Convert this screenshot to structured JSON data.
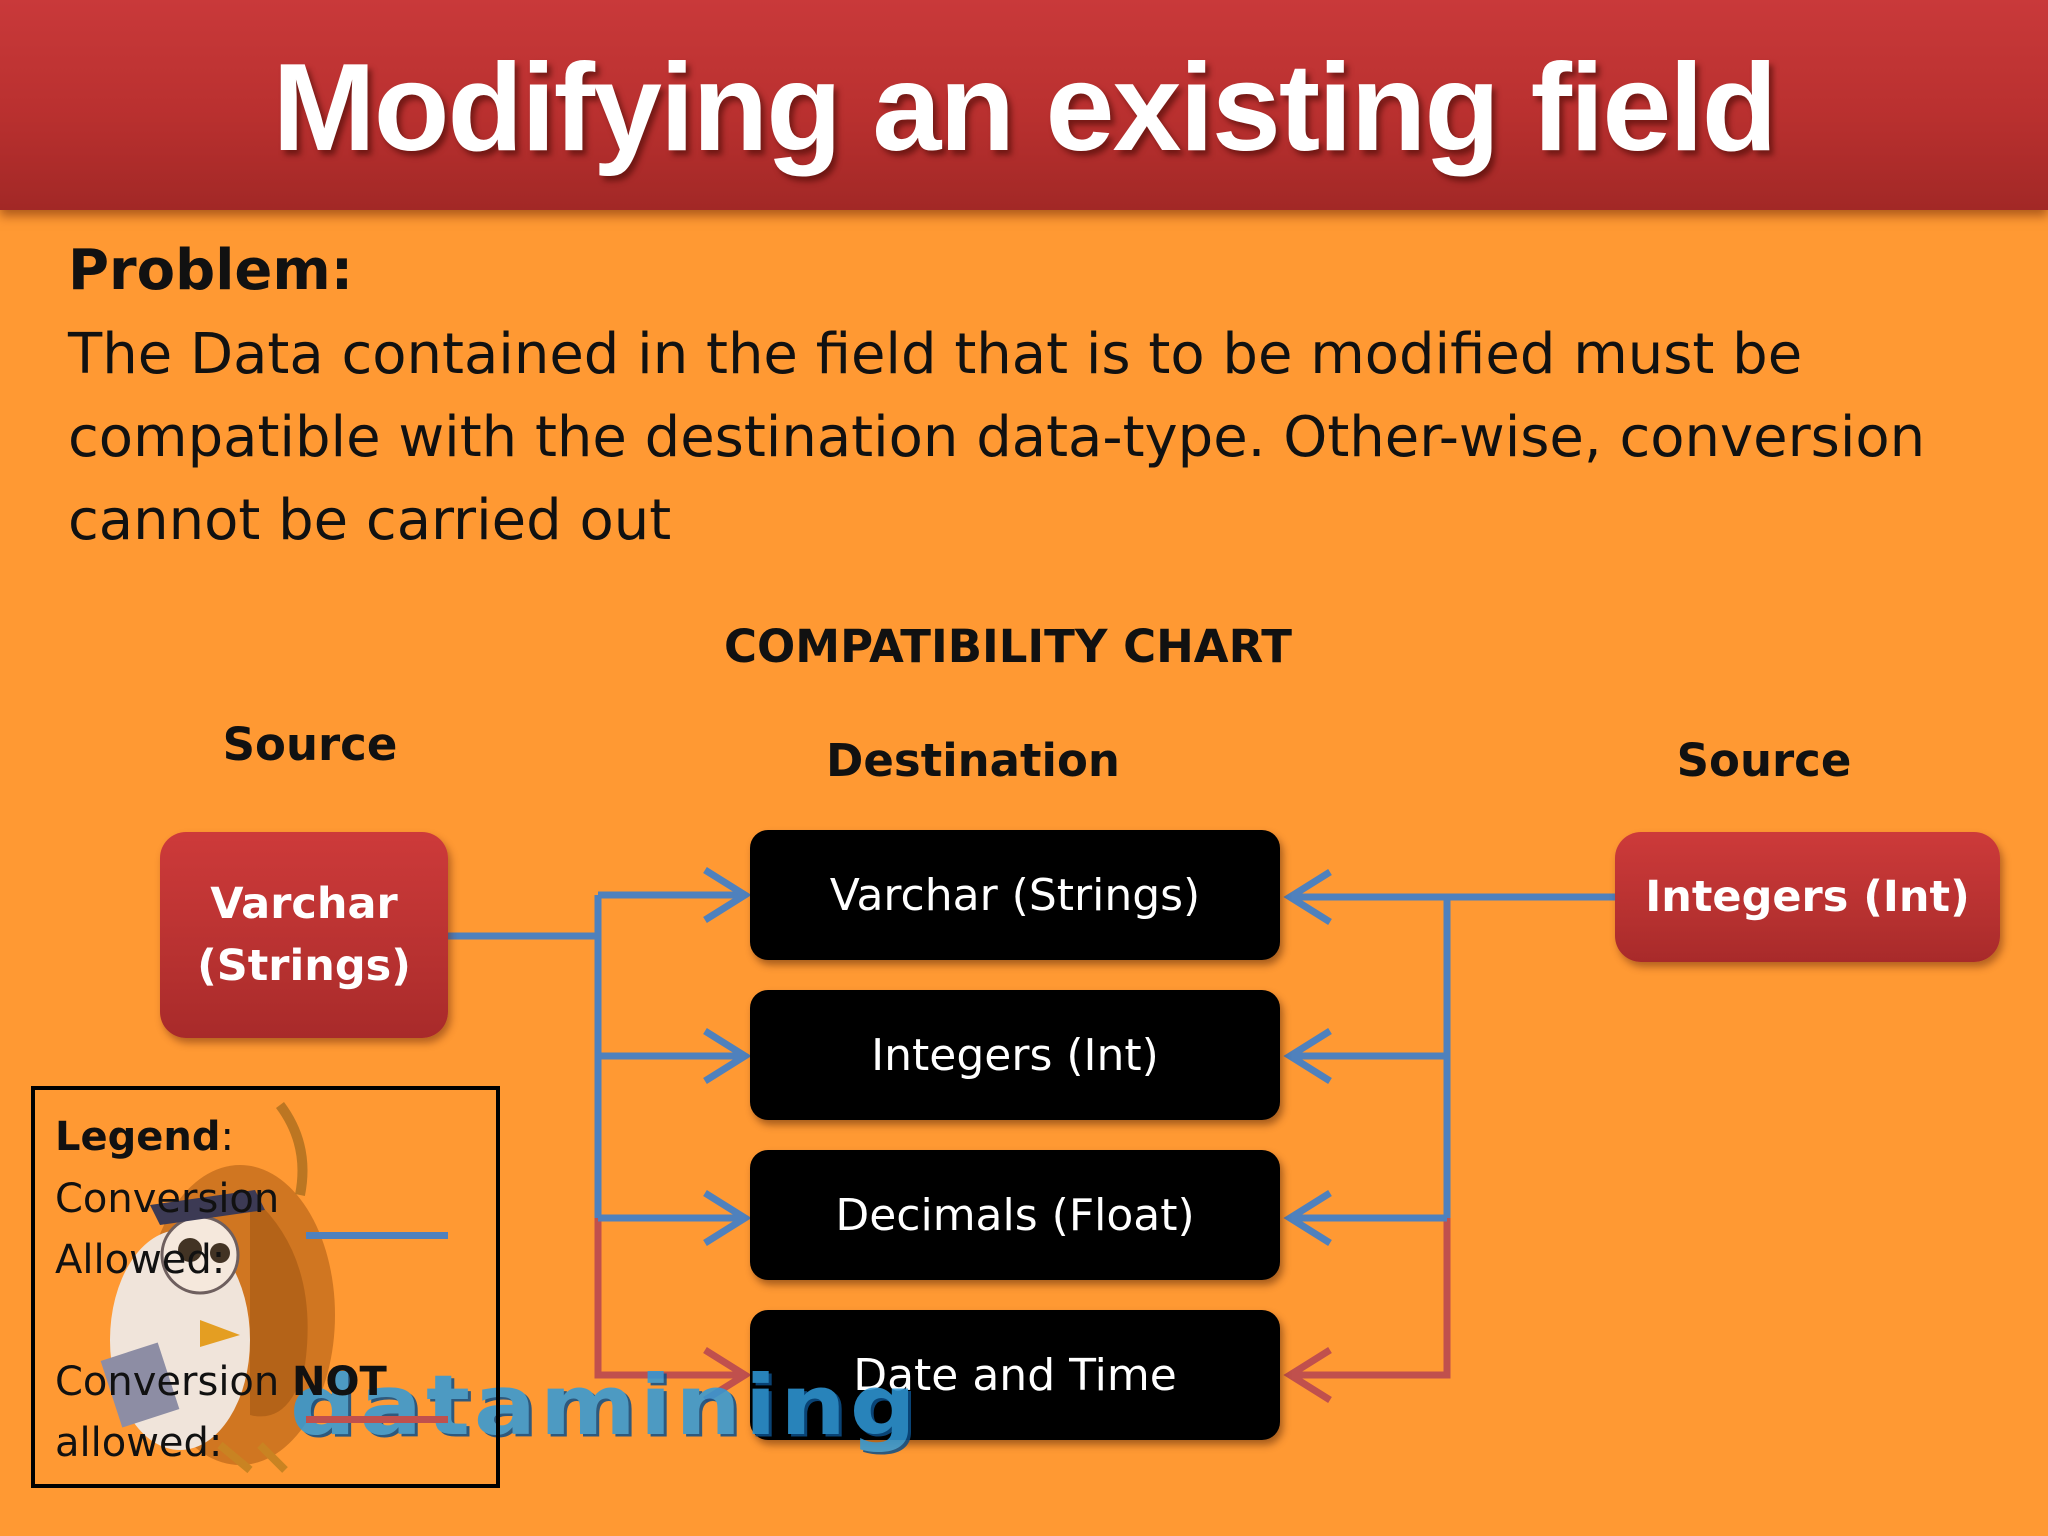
{
  "slide": {
    "title": "Modifying an existing field",
    "problem_heading": "Problem:",
    "problem_text": "The Data contained in the field that is to be modified must be compatible with the destination data-type. Other-wise, conversion cannot be carried out"
  },
  "chart": {
    "title": "COMPATIBILITY CHART",
    "left_source_label": "Source",
    "destination_label": "Destination",
    "right_source_label": "Source",
    "left_source_line1": "Varchar",
    "left_source_line2": "(Strings)",
    "right_source": "Integers (Int)",
    "destinations": [
      "Varchar (Strings)",
      "Integers (Int)",
      "Decimals (Float)",
      "Date and Time"
    ],
    "colors": {
      "allowed": "#4F81BD",
      "not_allowed": "#C0504D",
      "source_box": "#B4302F",
      "destination_box": "#000000",
      "background": "#FF9933",
      "title_bar": "#B9302F"
    }
  },
  "legend": {
    "heading": "Legend",
    "heading_suffix": ":",
    "allowed_line1": "Conversion",
    "allowed_line2": "Allowed:",
    "not_allowed_prefix": "Conversion ",
    "not_allowed_bold": "NOT",
    "not_allowed_line2": "allowed:"
  },
  "watermark": {
    "text": "datamining",
    "icon": "owl-mascot-icon"
  }
}
